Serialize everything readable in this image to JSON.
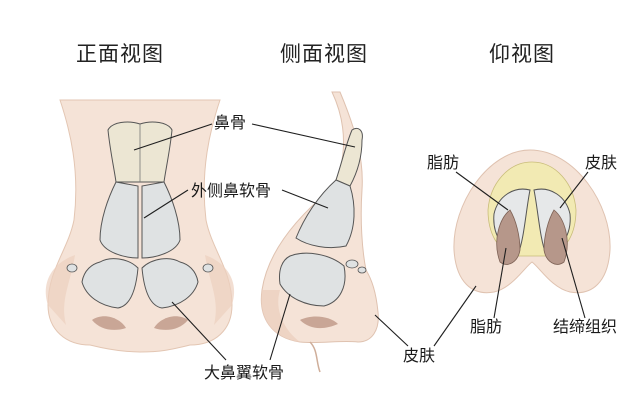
{
  "views": {
    "front": "正面视图",
    "side": "侧面视图",
    "bottom": "仰视图"
  },
  "labels": {
    "nasal_bone": "鼻骨",
    "upper_lateral_cartilage": "外侧鼻软骨",
    "major_alar_cartilage": "大鼻翼软骨",
    "skin_side": "皮肤",
    "fat_top": "脂肪",
    "skin_top": "皮肤",
    "fat_bottom": "脂肪",
    "connective_tissue": "结缔组织"
  },
  "colors": {
    "skin": "#f5e3d7",
    "skin_shadow": "#e8c8b6",
    "cartilage": "#dfe2e3",
    "bone": "#ece6d3",
    "fat": "#f2eab3",
    "nostril": "#b6978a",
    "line": "#1f1f1f"
  }
}
